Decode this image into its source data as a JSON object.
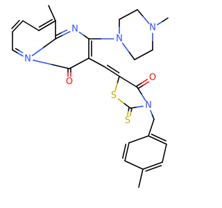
{
  "molecule": {
    "colors": {
      "bond": "#000000",
      "nitrogen": "#3050f8",
      "oxygen": "#ff0d0d",
      "sulfur": "#c6a800"
    },
    "atom_labels": {
      "n_piperazine_top": "N",
      "n_piperazine_bottom": "N",
      "n_pyrimidine": "N",
      "n_bridgehead": "N",
      "o_pyrimidinone": "O",
      "o_thiazolidinone": "O",
      "s_ring": "S",
      "s_thioxo": "S",
      "n_thiazolidine": "N"
    }
  }
}
